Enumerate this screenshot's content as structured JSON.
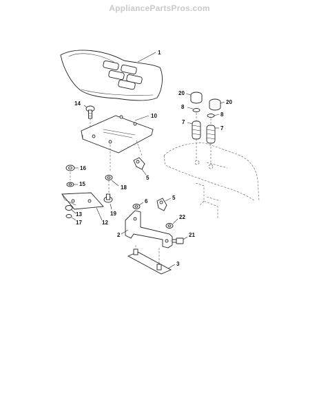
{
  "watermark": "AppliancePartsPros.com",
  "callouts": {
    "c1": "1",
    "c2": "2",
    "c3": "3",
    "c5a": "5",
    "c5b": "5",
    "c6": "6",
    "c7a": "7",
    "c7b": "7",
    "c8a": "8",
    "c8b": "8",
    "c10": "10",
    "c12": "12",
    "c13": "13",
    "c14": "14",
    "c15": "15",
    "c16": "16",
    "c17": "17",
    "c18": "18",
    "c19": "19",
    "c20a": "20",
    "c20b": "20",
    "c21": "21",
    "c22": "22"
  }
}
